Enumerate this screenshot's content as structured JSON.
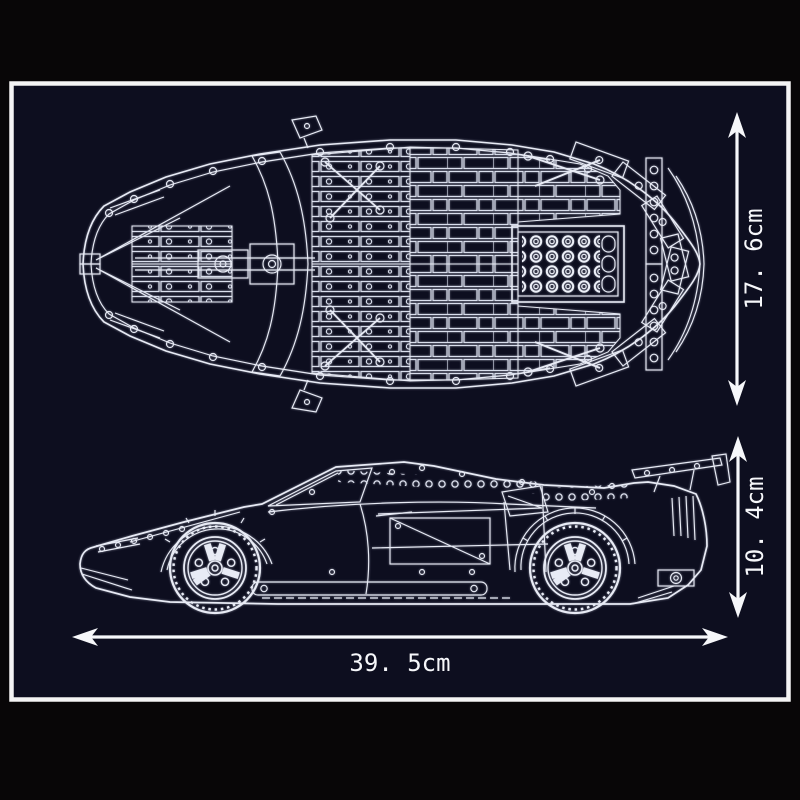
{
  "colors": {
    "background": "#080607",
    "panel": "#0d0e1f",
    "frame": "#f4f4f4",
    "linework": "#e8ebf5",
    "dimension": "#f6f7fa"
  },
  "dimensions": {
    "car_width": {
      "label": "17. 6cm"
    },
    "car_height": {
      "label": "10. 4cm"
    },
    "car_length": {
      "label": "39. 5cm"
    }
  }
}
